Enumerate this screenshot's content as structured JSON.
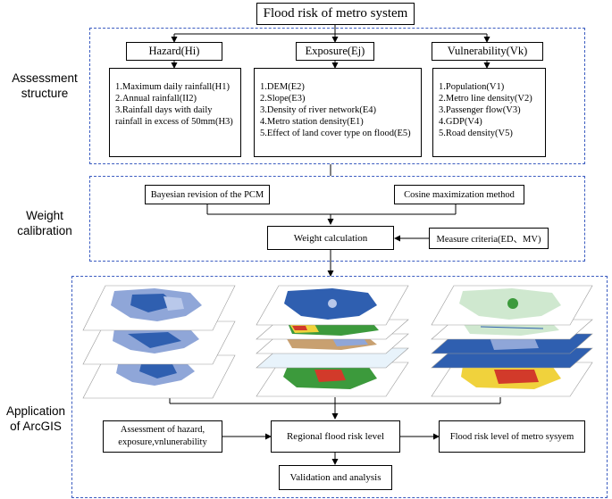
{
  "title": "Flood risk of metro system",
  "side_labels": {
    "assessment": [
      "Assessment",
      "structure"
    ],
    "weight": [
      "Weight",
      "calibration"
    ],
    "application": [
      "Application",
      "of ArcGIS"
    ]
  },
  "hazard": {
    "header": "Hazard(Hi)",
    "items": [
      "1.Maximum daily rainfall(H1)",
      "2.Annual rainfall(II2)",
      "3.Rainfall days with daily",
      "rainfall in excess of 50mm(H3)"
    ]
  },
  "exposure": {
    "header": "Exposure(Ej)",
    "items": [
      "1.DEM(E2)",
      "2.Slope(E3)",
      "3.Density of river network(E4)",
      "4.Metro station density(E1)",
      "5.Effect of land cover type on flood(E5)"
    ]
  },
  "vulnerability": {
    "header": "Vulnerability(Vk)",
    "items": [
      "1.Population(V1)",
      "2.Metro line density(V2)",
      "3.Passenger flow(V3)",
      "4.GDP(V4)",
      "5.Road density(V5)"
    ]
  },
  "weight": {
    "bayesian": "Bayesian revision of the PCM",
    "cosine": "Cosine maximization method",
    "calculation": "Weight calculation",
    "measure": "Measure criteria(ED、MV)"
  },
  "application": {
    "assessment": [
      "Assessment of hazard,",
      "exposure,vnlunerability"
    ],
    "regional": "Regional flood risk level",
    "metro": "Flood risk level of metro sysyem",
    "validation": "Validation and analysis"
  },
  "colors": {
    "dash_border": "#3b5cc0",
    "map_blue_dark": "#2f5fb0",
    "map_blue_light": "#8fa6d8",
    "map_green": "#3c9a3c",
    "map_red": "#d23a2a",
    "map_yellow": "#f0d23c"
  }
}
